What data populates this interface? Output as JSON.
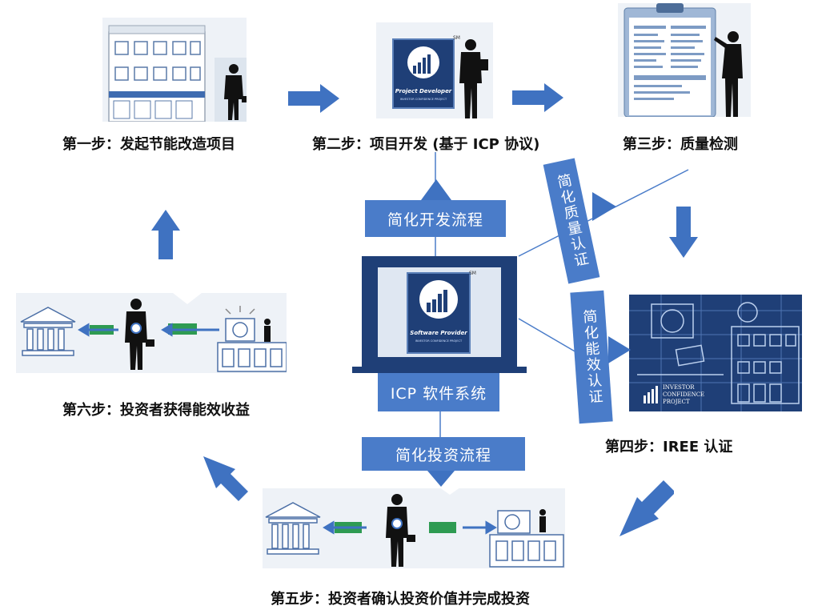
{
  "steps": {
    "step1": "第一步：发起节能改造项目",
    "step2": "第二步：项目开发 (基于 ICP 协议)",
    "step3": "第三步：质量检测",
    "step4": "第四步：IREE 认证",
    "step5": "第五步：投资者确认投资价值并完成投资",
    "step6": "第六步：投资者获得能效收益"
  },
  "center": {
    "system_label": "ICP 软件系统",
    "simplify_dev": "简化开发流程",
    "simplify_invest": "简化投资流程",
    "simplify_quality": "简化质量认证",
    "simplify_efficiency": "简化能效认证"
  },
  "logos": {
    "project_developer_title": "Project Developer",
    "project_developer_sub": "INVESTOR CONFIDENCE PROJECT",
    "software_provider_title": "Software Provider",
    "software_provider_sub": "INVESTOR CONFIDENCE PROJECT",
    "iree_line1": "INVESTOR",
    "iree_line2": "CONFIDENCE",
    "iree_line3": "PROJECT",
    "sm": "SM"
  },
  "colors": {
    "accent_blue": "#4a7cc9",
    "arrow_blue": "#3f72c1",
    "panel_bg": "#eef2f7",
    "money_green": "#2e9b52"
  }
}
